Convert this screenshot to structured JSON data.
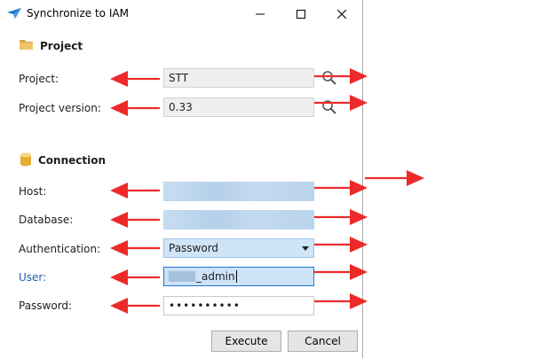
{
  "window": {
    "title": "Synchronize to IAM",
    "controls": [
      "minimize",
      "maximize",
      "close"
    ]
  },
  "sections": {
    "project": {
      "title": "Project",
      "icon": "folder-icon"
    },
    "connection": {
      "title": "Connection",
      "icon": "database-icon"
    }
  },
  "fields": {
    "project": {
      "label": "Project:",
      "value": "STT"
    },
    "project_version": {
      "label": "Project version:",
      "value": "0.33"
    },
    "host": {
      "label": "Host:",
      "value": ""
    },
    "database": {
      "label": "Database:",
      "value": ""
    },
    "authentication": {
      "label": "Authentication:",
      "value": "Password"
    },
    "user": {
      "label": "User:",
      "value": "_admin"
    },
    "password": {
      "label": "Password:",
      "value": "••••••••••"
    }
  },
  "buttons": {
    "execute": "Execute",
    "cancel": "Cancel"
  },
  "colors": {
    "annotation_arrow": "#ed2a2a",
    "focus_border": "#1f73d6",
    "label_accent": "#1f5fb0"
  }
}
